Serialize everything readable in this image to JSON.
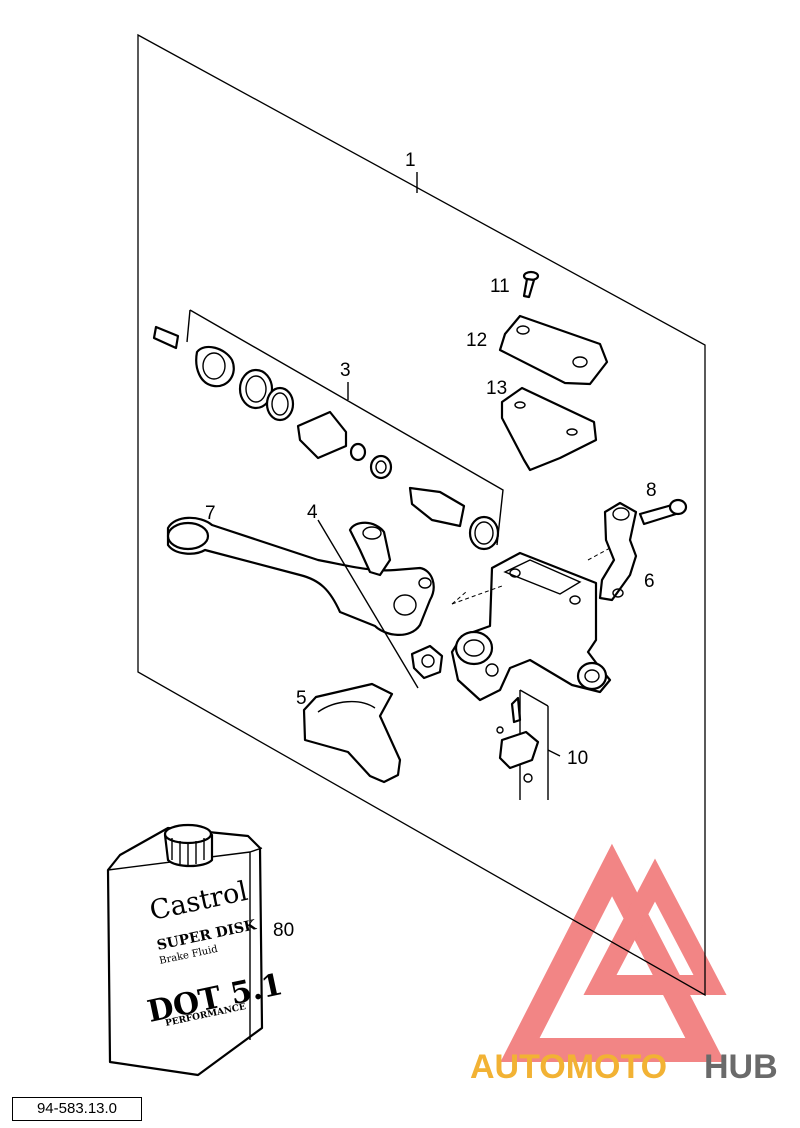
{
  "diagram": {
    "callouts": {
      "c1": "1",
      "c3": "3",
      "c4": "4",
      "c5": "5",
      "c6": "6",
      "c7": "7",
      "c8": "8",
      "c10": "10",
      "c11": "11",
      "c12": "12",
      "c13": "13",
      "c80": "80"
    },
    "fluid_can": {
      "brand": "Castrol",
      "line1": "SUPER DISK",
      "line2": "Brake Fluid",
      "line3": "DOT 5.1",
      "line4": "PERFORMANCE"
    },
    "reference_code": "94-583.13.0"
  },
  "watermark": {
    "part1": "AUTOMOTO",
    "part2": "HUB",
    "color_primary": "#f2b234",
    "color_secondary": "#6a6a6a",
    "logo_color": "#f07070"
  }
}
